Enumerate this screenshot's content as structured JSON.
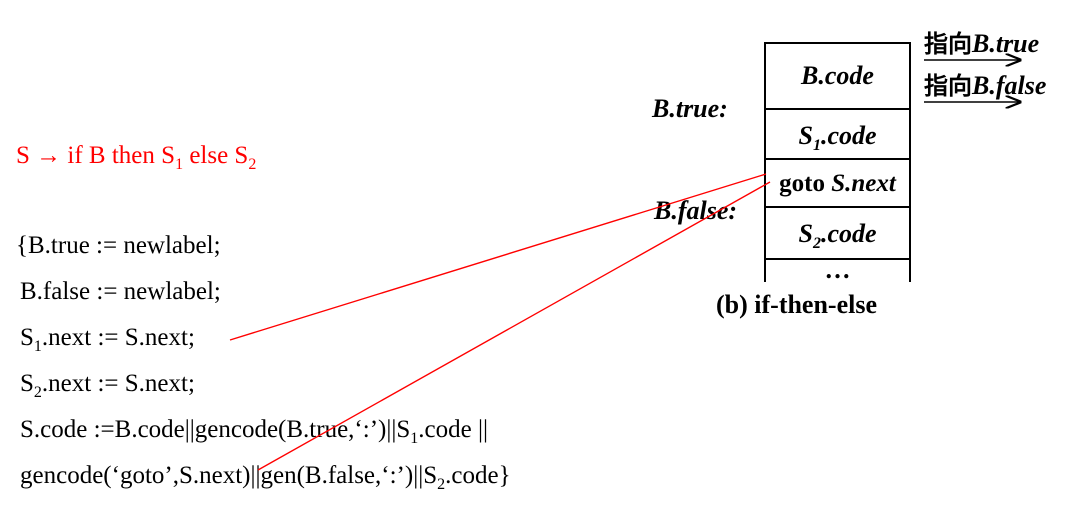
{
  "production": {
    "lhs": "S",
    "arrow": "→",
    "if_kw": "if B then S",
    "sub1": "1",
    "else_kw": " else S",
    "sub2": "2",
    "color": "#ff0000"
  },
  "rules": {
    "line1": "{B.true := newlabel;",
    "line2": "B.false := newlabel;",
    "line3_a": "S",
    "line3_sub": "1",
    "line3_b": ".next := S.next;",
    "line4_a": "S",
    "line4_sub": "2",
    "line4_b": ".next := S.next;",
    "line5_a": "S.code :=B.code||gencode(B.true,‘:’)||S",
    "line5_sub": "1",
    "line5_b": ".code ||",
    "line6_a": "gencode(‘goto’,S.next)||gen(B.false,‘:’)||S",
    "line6_sub": "2",
    "line6_b": ".code}"
  },
  "layout_diagram": {
    "box_bcode": "B.code",
    "box_s1_a": "S",
    "box_s1_sub": "1",
    "box_s1_b": ".code",
    "box_goto_a": "goto ",
    "box_goto_b": "S.next",
    "box_s2_a": "S",
    "box_s2_sub": "2",
    "box_s2_b": ".code",
    "box_dots": "…",
    "label_true": "B.true:",
    "label_false": "B.false:",
    "caption": "(b) if-then-else",
    "note_true_cn": "指向",
    "note_true_en": "B.true",
    "note_false_cn": "指向",
    "note_false_en": "B.false"
  },
  "connector_color": "#ff0000"
}
